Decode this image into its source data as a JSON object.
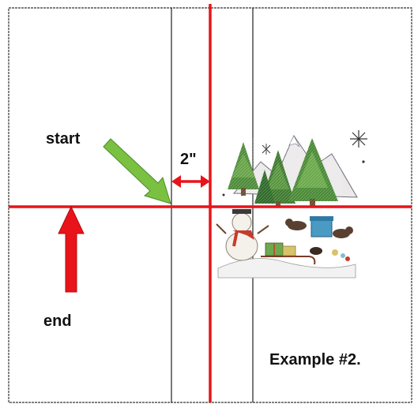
{
  "labels": {
    "start": "start",
    "end": "end",
    "dimension": "2\"",
    "example": "Example #2."
  },
  "colors": {
    "guide_line": "#e8141a",
    "start_arrow": "#7ac142",
    "end_arrow": "#e8141a",
    "dimension_arrow": "#e8141a",
    "panel_border": "#333333",
    "fold_line": "#222222",
    "background": "#ffffff"
  },
  "artwork": {
    "description_icon": "winter-snowman-embroidery-design"
  }
}
